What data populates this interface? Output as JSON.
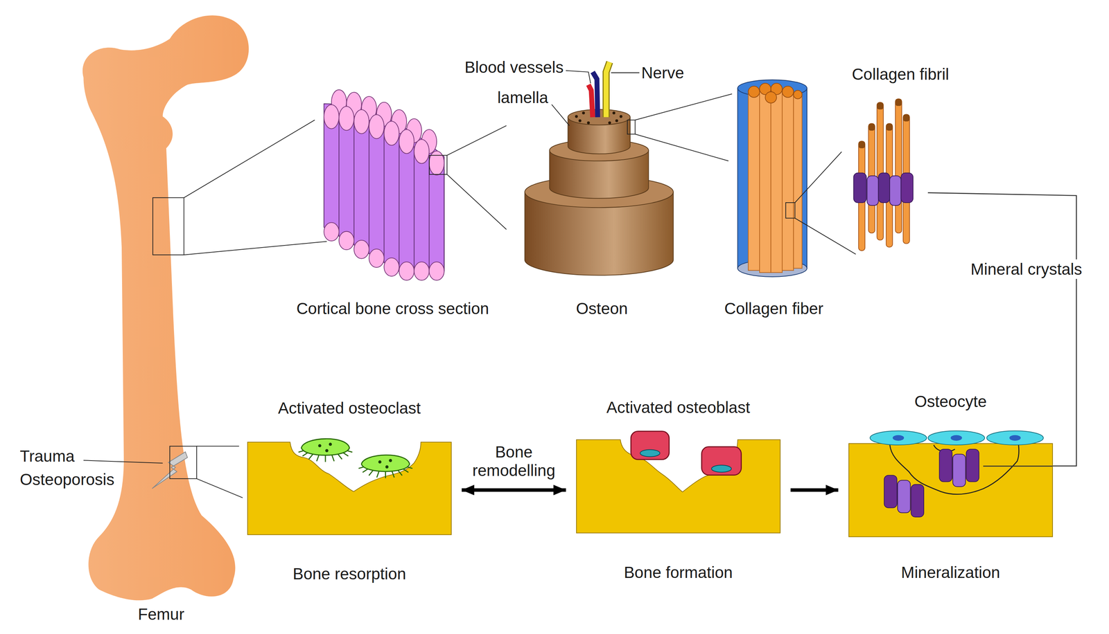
{
  "diagram": {
    "nodes": [
      {
        "text": [
          "Activated osteoclast",
          "Bone resorption"
        ]
      },
      {
        "text": [
          "Activated osteoblast",
          "Bone formation"
        ]
      },
      {
        "text": [
          "Osteocyte",
          "Mineralization"
        ]
      }
    ],
    "edges": [
      {
        "from": 0,
        "to": 1,
        "arrow": "both",
        "label": "Bone remodelling"
      },
      {
        "from": 1,
        "to": 2,
        "arrow": "to"
      }
    ],
    "labels": [
      "Blood vessels",
      "Nerve",
      "lamella",
      "Collagen fibril",
      "Cortical bone cross section",
      "Osteon",
      "Collagen fiber",
      "Mineral crystals",
      "Trauma",
      "Osteoporosis",
      "Femur"
    ]
  }
}
